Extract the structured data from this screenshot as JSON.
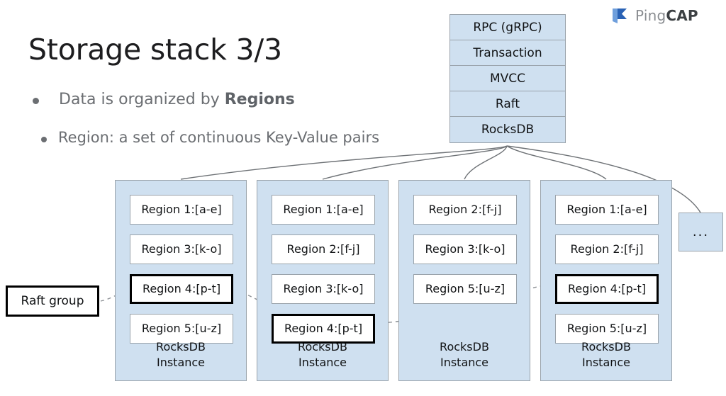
{
  "logo": {
    "name": "pingcap-logo",
    "text_light": "Ping",
    "text_bold": "CAP",
    "mark_color_dark": "#2a62b5",
    "mark_color_light": "#6f9fdc"
  },
  "slide": {
    "title": "Storage stack 3/3",
    "bullets": [
      {
        "text_before": "Data is organized by ",
        "text_strong": "Regions",
        "text_after": ""
      },
      {
        "text_before": "Region: a set of continuous Key-Value pairs",
        "text_strong": "",
        "text_after": ""
      }
    ]
  },
  "stack": {
    "name": "tikv-protocol-stack",
    "layers": [
      "RPC (gRPC)",
      "Transaction",
      "MVCC",
      "Raft",
      "RocksDB"
    ]
  },
  "instances": [
    {
      "label_line1": "RocksDB",
      "label_line2": "Instance",
      "regions": [
        {
          "text": "Region 1:[a-e]",
          "highlight": false
        },
        {
          "text": "Region 3:[k-o]",
          "highlight": false
        },
        {
          "text": "Region 4:[p-t]",
          "highlight": true
        },
        {
          "text": "Region 5:[u-z]",
          "highlight": false
        }
      ]
    },
    {
      "label_line1": "RocksDB",
      "label_line2": "Instance",
      "regions": [
        {
          "text": "Region 1:[a-e]",
          "highlight": false
        },
        {
          "text": "Region 2:[f-j]",
          "highlight": false
        },
        {
          "text": "Region 3:[k-o]",
          "highlight": false
        },
        {
          "text": "Region 4:[p-t]",
          "highlight": true
        }
      ]
    },
    {
      "label_line1": "RocksDB",
      "label_line2": "Instance",
      "regions": [
        {
          "text": "Region 2:[f-j]",
          "highlight": false
        },
        {
          "text": "Region 3:[k-o]",
          "highlight": false
        },
        {
          "text": "Region 5:[u-z]",
          "highlight": false
        }
      ]
    },
    {
      "label_line1": "RocksDB",
      "label_line2": "Instance",
      "regions": [
        {
          "text": "Region 1:[a-e]",
          "highlight": false
        },
        {
          "text": "Region 2:[f-j]",
          "highlight": false
        },
        {
          "text": "Region 4:[p-t]",
          "highlight": true
        },
        {
          "text": "Region 5:[u-z]",
          "highlight": false
        }
      ]
    }
  ],
  "callouts": {
    "raft_group": "Raft group",
    "ellipsis": "..."
  },
  "colors": {
    "panel_blue": "#cfe0f0",
    "panel_border": "#9aa3ab",
    "text_dark": "#111315",
    "bullet_gray": "#6b6e72",
    "connector_gray": "#6e7276",
    "dashed_gray": "#8c9095",
    "highlight_border": "#000000"
  }
}
